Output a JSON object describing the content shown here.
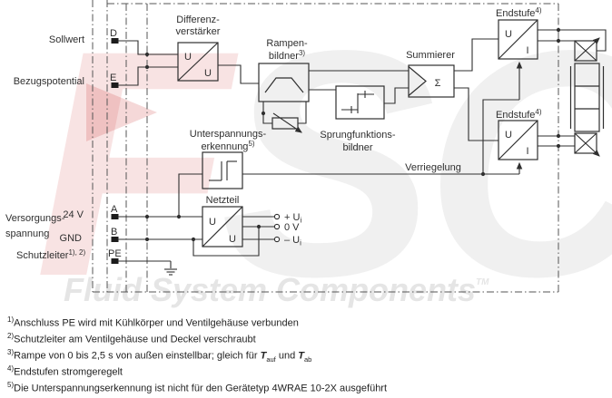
{
  "watermark": {
    "letter_red": "F",
    "letters_gray": "SC",
    "text": "Fluid System Components",
    "tm": "TM"
  },
  "left_labels": {
    "sollwert": "Sollwert",
    "bezugspotential": "Bezugspotential",
    "versorgung_line1": "Versorgungs-",
    "versorgung_line2": "spannung",
    "supply_24v": "24 V",
    "supply_gnd": "GND",
    "schutzleiter": "Schutzleiter",
    "schutzleiter_sup": "1), 2)"
  },
  "terminals": {
    "d": "D",
    "e": "E",
    "a": "A",
    "b": "B",
    "pe": "PE"
  },
  "blocks": {
    "differenzverstaerker": {
      "label_line1": "Differenz-",
      "label_line2": "verstärker",
      "symbol_top": "U",
      "symbol_bottom": "U"
    },
    "rampenbildner": {
      "label_line1": "Rampen-",
      "label_line2": "bildner",
      "footnote_ref": "3)"
    },
    "sprungfunktionsbildner": {
      "label_line1": "Sprungfunktions-",
      "label_line2": "bildner"
    },
    "summierer": {
      "label": "Summierer",
      "symbol": "Σ"
    },
    "endstufe_oben": {
      "label": "Endstufe",
      "footnote_ref": "4)",
      "symbol_top": "U",
      "symbol_bottom": "I"
    },
    "endstufe_unten": {
      "label": "Endstufe",
      "footnote_ref": "4)",
      "symbol_top": "U",
      "symbol_bottom": "I"
    },
    "unterspannungserkennung": {
      "label_line1": "Unterspannungs-",
      "label_line2": "erkennung",
      "footnote_ref": "5)"
    },
    "netzteil": {
      "label": "Netzteil",
      "symbol_top": "U",
      "symbol_bottom": "U"
    }
  },
  "signals": {
    "verriegelung": "Verriegelung",
    "plus_prefix": "+ U",
    "plus_sub": "i",
    "zero": "0 V",
    "minus_prefix": "– U",
    "minus_sub": "i"
  },
  "footnotes": [
    {
      "marker": "1)",
      "text": "Anschluss PE wird mit Kühlkörper und Ventilgehäuse verbunden"
    },
    {
      "marker": "2)",
      "text": "Schutzleiter am Ventilgehäuse und Deckel verschraubt"
    },
    {
      "marker": "3)",
      "text_before": "Rampe von 0 bis 2,5 s von außen einstellbar; gleich für ",
      "t1": "T",
      "t1_sub": "auf",
      "text_mid": " und ",
      "t2": "T",
      "t2_sub": "ab"
    },
    {
      "marker": "4)",
      "text": "Endstufen stromgeregelt"
    },
    {
      "marker": "5)",
      "text": "Die Unterspannungserkennung ist nicht für den Gerätetyp 4WRAE 10-2X ausgeführt"
    }
  ],
  "colors": {
    "line": "#2f2f2f",
    "boundary": "#555555",
    "text": "#222222",
    "watermark_red": "#cd3c3c",
    "watermark_gray": "#8a8a8a"
  }
}
